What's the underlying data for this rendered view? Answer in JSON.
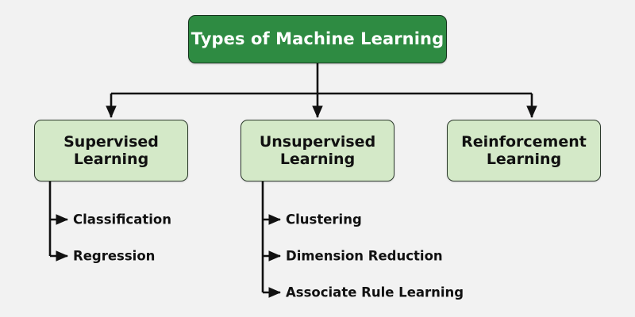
{
  "diagram": {
    "title": "Types of Machine Learning",
    "background_color": "#f2f2f2",
    "root": {
      "label": "Types of Machine Learning",
      "fill": "#2e8b42",
      "text_color": "#ffffff"
    },
    "branch_style": {
      "fill": "#d4e9c8",
      "border": "#2c3a2c",
      "text_color": "#111111"
    },
    "branches": [
      {
        "id": "supervised",
        "line1": "Supervised",
        "line2": "Learning",
        "children": [
          {
            "label": "Classification"
          },
          {
            "label": "Regression"
          }
        ]
      },
      {
        "id": "unsupervised",
        "line1": "Unsupervised",
        "line2": "Learning",
        "children": [
          {
            "label": "Clustering"
          },
          {
            "label": "Dimension Reduction"
          },
          {
            "label": "Associate Rule Learning"
          }
        ]
      },
      {
        "id": "reinforcement",
        "line1": "Reinforcement",
        "line2": "Learning",
        "children": []
      }
    ]
  }
}
